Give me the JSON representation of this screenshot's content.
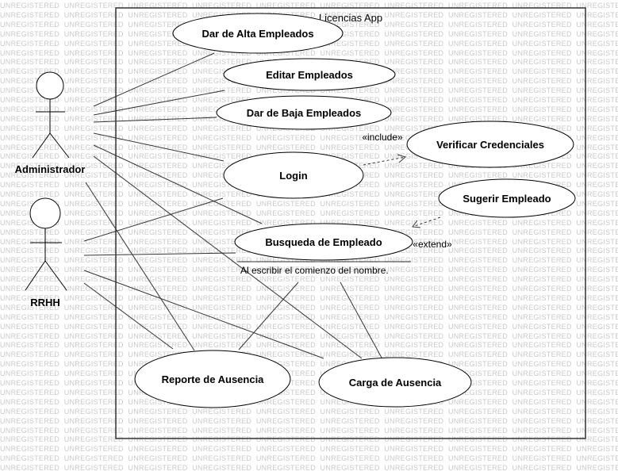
{
  "watermark": {
    "text": "UNREGISTERED",
    "rows": 50,
    "cols": 12
  },
  "system": {
    "title": "Licencias App"
  },
  "actors": [
    {
      "id": "admin",
      "label": "Administrador"
    },
    {
      "id": "rrhh",
      "label": "RRHH"
    }
  ],
  "use_cases": [
    {
      "id": "alta",
      "label": "Dar de Alta Empleados"
    },
    {
      "id": "editar",
      "label": "Editar Empleados"
    },
    {
      "id": "baja",
      "label": "Dar de Baja Empleados"
    },
    {
      "id": "login",
      "label": "Login"
    },
    {
      "id": "verificar",
      "label": "Verificar Credenciales"
    },
    {
      "id": "sugerir",
      "label": "Sugerir Empleado"
    },
    {
      "id": "busqueda",
      "label": "Busqueda de Empleado"
    },
    {
      "id": "reporte",
      "label": "Reporte de Ausencia"
    },
    {
      "id": "carga",
      "label": "Carga de Ausencia"
    }
  ],
  "relations": {
    "include_label": "«include»",
    "extend_label": "«extend»",
    "extension_point": "Al escribir el comienzo del nombre."
  },
  "colors": {
    "stroke": "#000000",
    "line": "#333333",
    "watermark": "#c9c9c9"
  }
}
